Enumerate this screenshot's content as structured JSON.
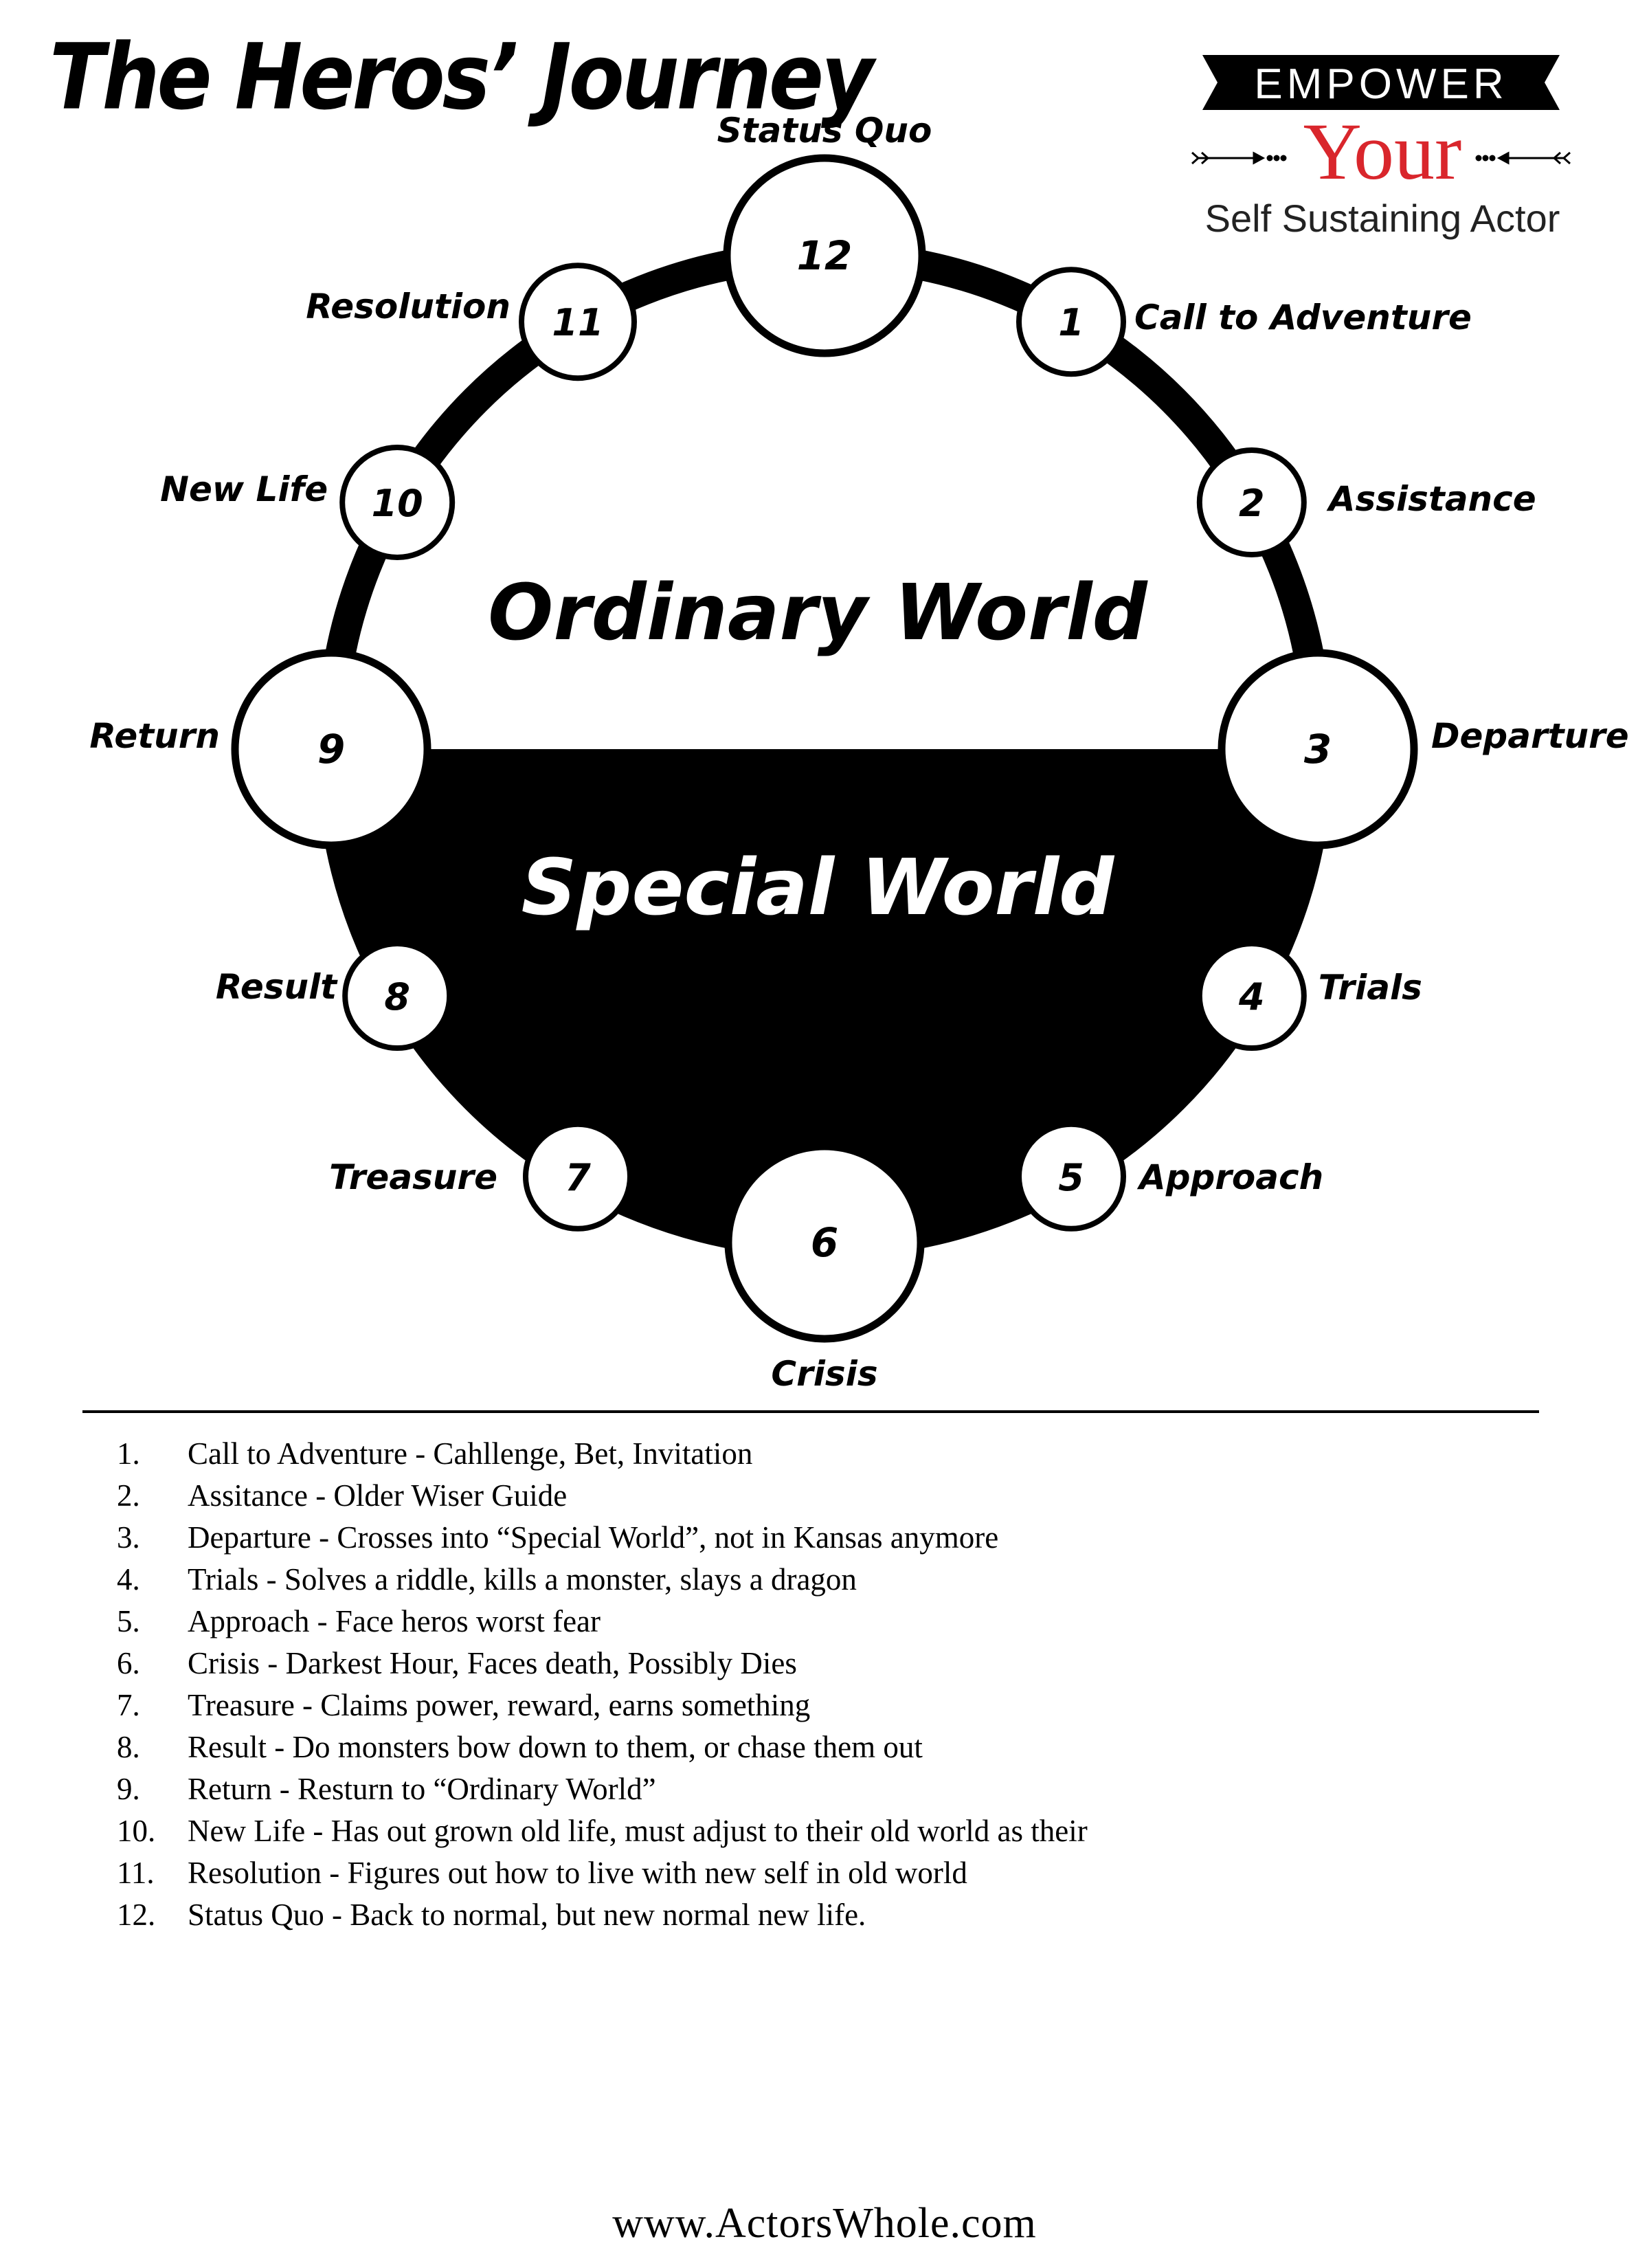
{
  "header": {
    "title": "The Heros’ Journey"
  },
  "logo": {
    "line1": "EMPOWER",
    "line2": "Your",
    "line3": "Self Sustaining Actor",
    "accent_color": "#d9262c"
  },
  "diagram": {
    "worlds": {
      "upper": "Ordinary World",
      "lower": "Special World"
    },
    "stations": [
      {
        "num": "1",
        "label": "Call to Adventure"
      },
      {
        "num": "2",
        "label": "Assistance"
      },
      {
        "num": "3",
        "label": "Departure"
      },
      {
        "num": "4",
        "label": "Trials"
      },
      {
        "num": "5",
        "label": "Approach"
      },
      {
        "num": "6",
        "label": "Crisis"
      },
      {
        "num": "7",
        "label": "Treasure"
      },
      {
        "num": "8",
        "label": "Result"
      },
      {
        "num": "9",
        "label": "Return"
      },
      {
        "num": "10",
        "label": "New Life"
      },
      {
        "num": "11",
        "label": "Resolution"
      },
      {
        "num": "12",
        "label": "Status Quo"
      }
    ]
  },
  "legend": [
    {
      "num": "1.",
      "text": "Call to Adventure - Cahllenge, Bet, Invitation"
    },
    {
      "num": "2.",
      "text": "Assitance - Older Wiser Guide"
    },
    {
      "num": "3.",
      "text": "Departure - Crosses into “Special World”, not in Kansas anymore"
    },
    {
      "num": "4.",
      "text": "Trials - Solves a riddle, kills a monster, slays a dragon"
    },
    {
      "num": "5.",
      "text": "Approach - Face heros worst fear"
    },
    {
      "num": "6.",
      "text": "Crisis - Darkest Hour, Faces death, Possibly Dies"
    },
    {
      "num": "7.",
      "text": "Treasure - Claims power, reward, earns something"
    },
    {
      "num": "8.",
      "text": "Result - Do monsters bow down to them, or chase them out"
    },
    {
      "num": "9.",
      "text": "Return - Resturn to “Ordinary World”"
    },
    {
      "num": "10.",
      "text": "New Life - Has out grown old life, must adjust to their old world as their"
    },
    {
      "num": "11.",
      "text": "Resolution - Figures out how to live with new self in old world"
    },
    {
      "num": "12.",
      "text": "Status Quo - Back to normal, but new normal new life."
    }
  ],
  "footer": {
    "url": "www.ActorsWhole.com"
  }
}
